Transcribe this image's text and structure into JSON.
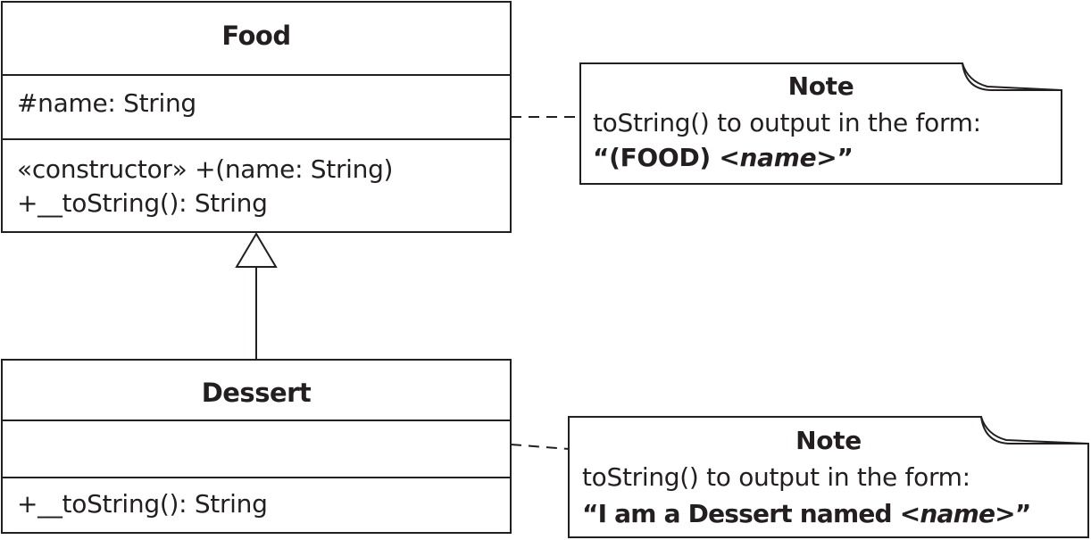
{
  "classes": {
    "food": {
      "name": "Food",
      "attributes": [
        "#name: String"
      ],
      "operations": [
        "«constructor» +(name: String)",
        "+__toString(): String"
      ]
    },
    "dessert": {
      "name": "Dessert",
      "attributes": [],
      "operations": [
        "+__toString(): String"
      ]
    }
  },
  "notes": {
    "food_note": {
      "title": "Note",
      "line1": "toString() to output in the form:",
      "quote_open": "“",
      "bold_prefix": "(FOOD) ",
      "italic_placeholder": "<name>",
      "quote_close": "”"
    },
    "dessert_note": {
      "title": "Note",
      "line1": "toString() to output in the form:",
      "quote_open": "“",
      "bold_prefix": "I am a Dessert named ",
      "italic_placeholder": "<name>",
      "quote_close": "”"
    }
  },
  "relationships": [
    {
      "type": "generalization",
      "from": "Dessert",
      "to": "Food"
    },
    {
      "type": "note-anchor",
      "from": "Note",
      "to": "Food"
    },
    {
      "type": "note-anchor",
      "from": "Note",
      "to": "Dessert"
    }
  ],
  "colors": {
    "stroke": "#231f20",
    "background": "#ffffff"
  }
}
